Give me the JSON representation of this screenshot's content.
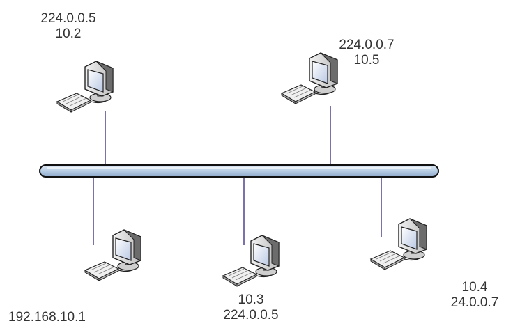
{
  "colors": {
    "bus_fill": "#b7cde4",
    "bus_stroke": "#111111",
    "drop_line": "#5a4f96",
    "label_text": "#333333"
  },
  "nodes": [
    {
      "id": "top-left",
      "icon": "desktop-computer-icon",
      "lines": [
        "224.0.0.5",
        "10.2"
      ]
    },
    {
      "id": "top-right",
      "icon": "desktop-computer-icon",
      "lines": [
        "224.0.0.7",
        "10.5"
      ]
    },
    {
      "id": "bottom-left",
      "icon": "desktop-computer-icon",
      "lines": [
        "192.168.10.1"
      ]
    },
    {
      "id": "bottom-middle",
      "icon": "desktop-computer-icon",
      "lines": [
        "10.3",
        "224.0.0.5"
      ]
    },
    {
      "id": "bottom-right",
      "icon": "desktop-computer-icon",
      "lines": [
        "10.4",
        "24.0.0.7"
      ]
    }
  ]
}
